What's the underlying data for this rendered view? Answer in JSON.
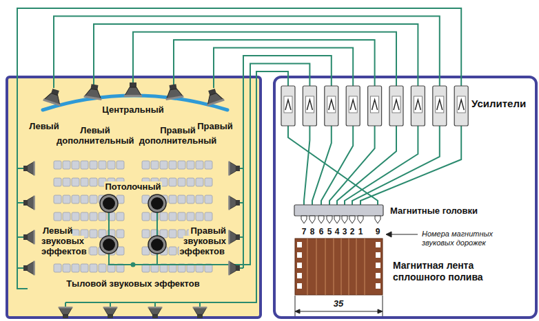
{
  "diagram": {
    "labels": [
      "Левый",
      "Левый дополнительный",
      "Центральный",
      "Правый дополнительный",
      "Правый",
      "Потолочный",
      "Левый звуковых эффектов",
      "Правый звуковых эффектов",
      "Тыловой звуковых эффектов",
      "Усилители",
      "Магнитные головки",
      "7",
      "8",
      "6",
      "5",
      "4",
      "3",
      "2",
      "1",
      "9",
      "Номера магнитных звуковых дорожек",
      "Магнитная лента сплошного полива",
      "35"
    ]
  }
}
